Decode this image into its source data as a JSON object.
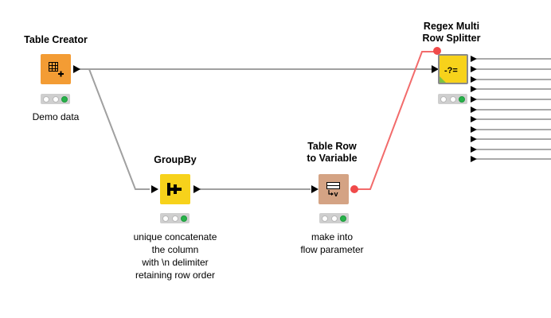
{
  "nodes": {
    "table_creator": {
      "title": "Table Creator",
      "caption": "Demo data",
      "color": "#f39c34"
    },
    "groupby": {
      "title": "GroupBy",
      "caption": "unique concatenate\nthe column\nwith \\n delimiter\nretaining row order",
      "color": "#f7d21b"
    },
    "table_row_to_variable": {
      "title": "Table Row\nto Variable",
      "caption": "make into\nflow parameter",
      "color": "#d4a384"
    },
    "regex_splitter": {
      "title": "Regex Multi\nRow Splitter",
      "caption": "",
      "color": "#f7d21b"
    }
  },
  "status_states": [
    "idle",
    "idle",
    "executed"
  ],
  "colors": {
    "data_edge": "#a0a0a0",
    "flow_variable_edge": "#f26b6b",
    "port": "#000000"
  }
}
